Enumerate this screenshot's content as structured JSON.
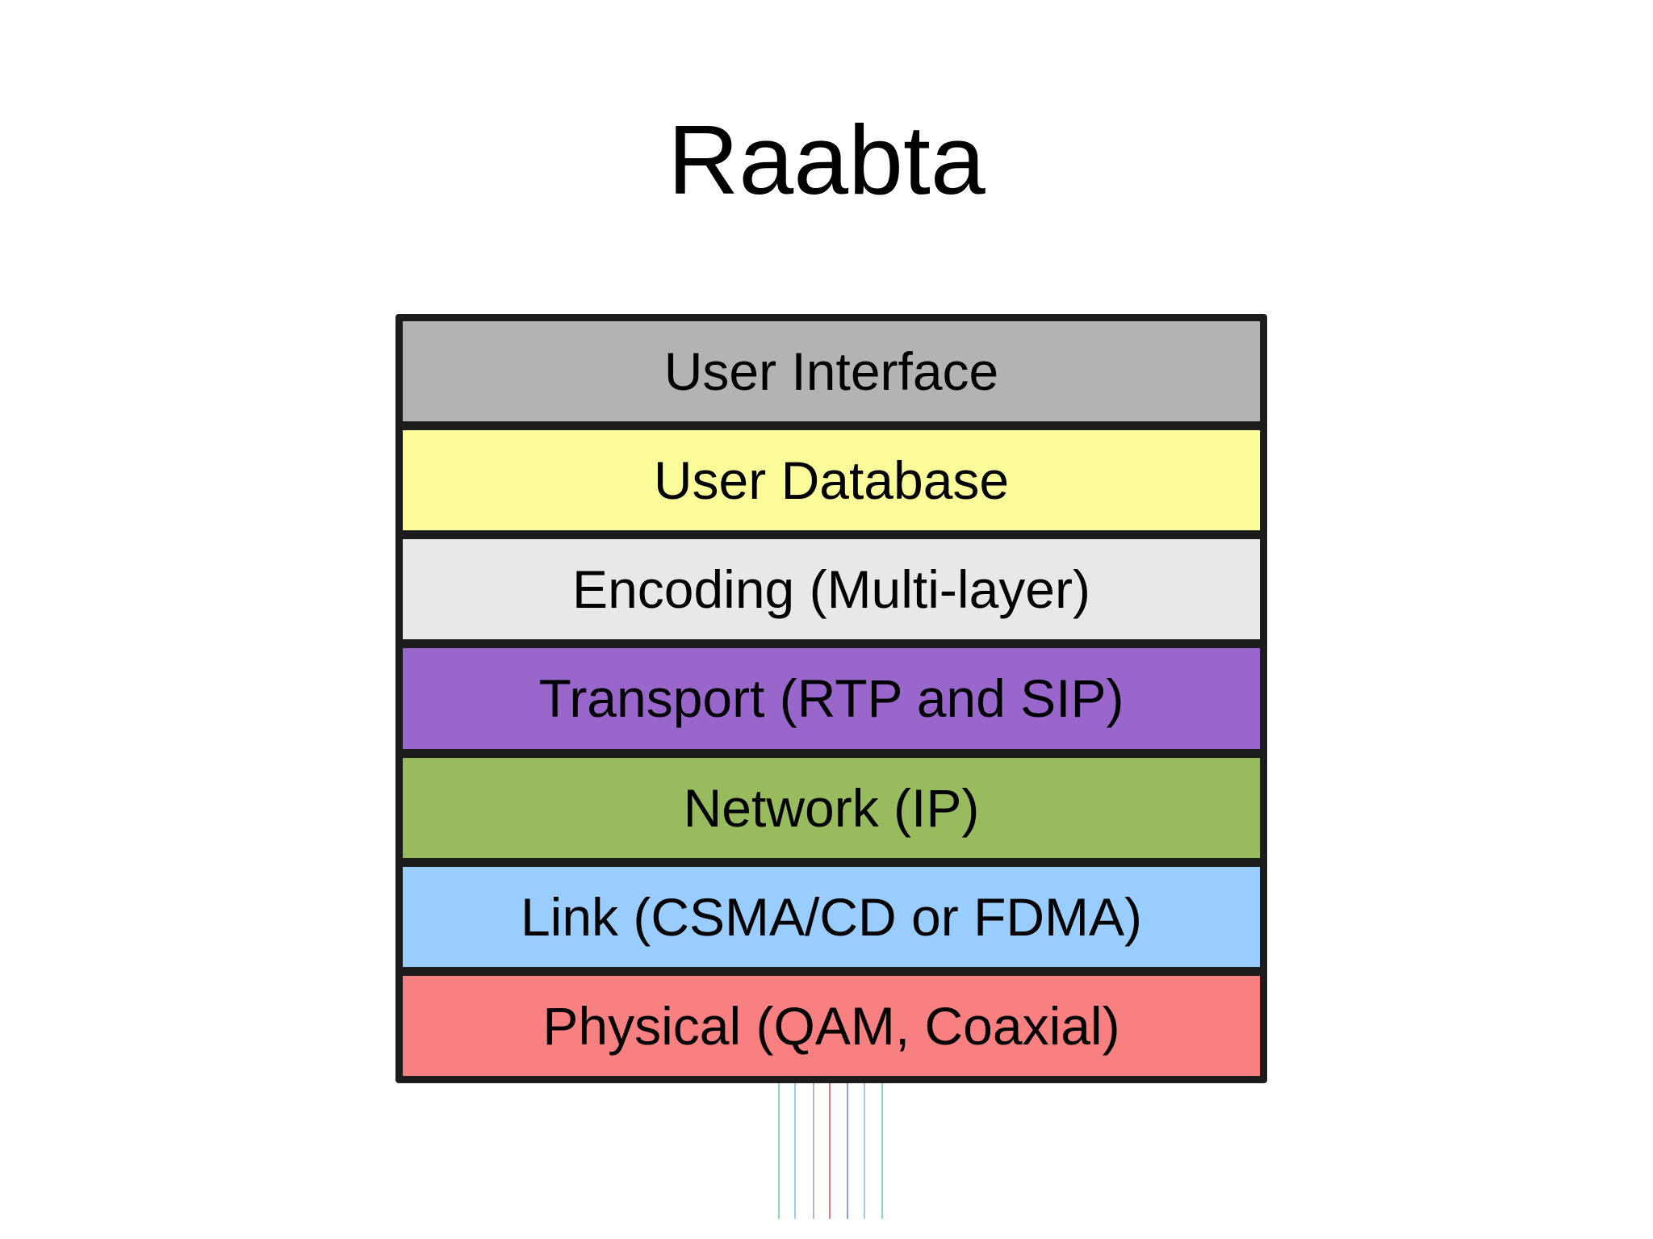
{
  "title": "Raabta",
  "layers": [
    {
      "label": "User Interface",
      "color": "#b3b3b3"
    },
    {
      "label": "User Database",
      "color": "#fbfb9a"
    },
    {
      "label": "Encoding (Multi-layer)",
      "color": "#e8e8e8"
    },
    {
      "label": "Transport (RTP and SIP)",
      "color": "#9966cc"
    },
    {
      "label": "Network (IP)",
      "color": "#98bb5e"
    },
    {
      "label": "Link (CSMA/CD or FDMA)",
      "color": "#99ccff"
    },
    {
      "label": "Physical (QAM, Coaxial)",
      "color": "#f88080"
    }
  ],
  "wire_colors": [
    "#8fd9a8",
    "#9ec9e8",
    "#b0b8e0",
    "#e07a7a",
    "#8aa0e0",
    "#9ec9e8",
    "#8fd9a8"
  ]
}
